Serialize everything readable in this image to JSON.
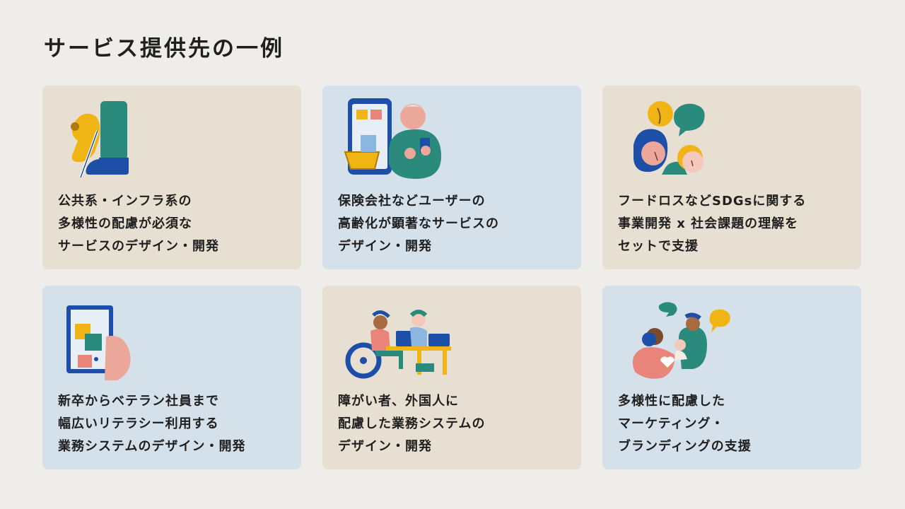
{
  "title": "サービス提供先の一例",
  "cards": [
    {
      "icon": "guide-dog-icon",
      "lines": [
        "公共系・インフラ系の",
        "多様性の配慮が必須な",
        "サービスのデザイン・開発"
      ]
    },
    {
      "icon": "senior-smartphone-shopping-icon",
      "lines": [
        "保険会社などユーザーの",
        "高齢化が顕著なサービスの",
        "デザイン・開発"
      ]
    },
    {
      "icon": "discussion-people-icon",
      "lines": [
        "フードロスなどSDGsに関する",
        "事業開発 x 社会課題の理解を",
        "セットで支援"
      ]
    },
    {
      "icon": "tablet-hand-icon",
      "lines": [
        "新卒からベテラン社員まで",
        "幅広いリテラシー利用する",
        "業務システムのデザイン・開発"
      ]
    },
    {
      "icon": "wheelchair-workers-icon",
      "lines": [
        "障がい者、外国人に",
        "配慮した業務システムの",
        "デザイン・開発"
      ]
    },
    {
      "icon": "diverse-family-icon",
      "lines": [
        "多様性に配慮した",
        "マーケティング・",
        "ブランディングの支援"
      ]
    }
  ],
  "colors": {
    "background": "#efedea",
    "card_beige": "#e7dfd1",
    "card_blue": "#d5e1ea",
    "text": "#1f1f1f"
  }
}
